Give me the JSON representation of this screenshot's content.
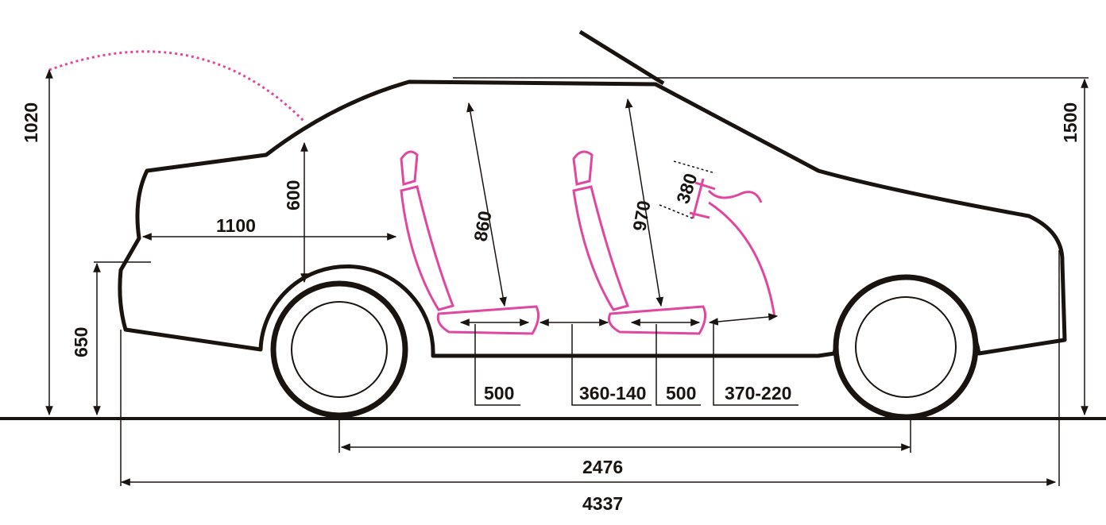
{
  "colors": {
    "outline": "#1a1410",
    "seats": "#e0479e",
    "background": "#ffffff"
  },
  "dimensions": {
    "trunk_open_height": "1020",
    "overall_height": "1500",
    "trunk_sill_height": "650",
    "trunk_height": "600",
    "trunk_length": "1100",
    "rear_headroom": "860",
    "front_headroom": "970",
    "steering_wheel": "380",
    "rear_seat_cushion": "500",
    "rear_legroom": "360-140",
    "front_seat_cushion": "500",
    "front_legroom": "370-220",
    "wheelbase": "2476",
    "overall_length": "4337"
  }
}
